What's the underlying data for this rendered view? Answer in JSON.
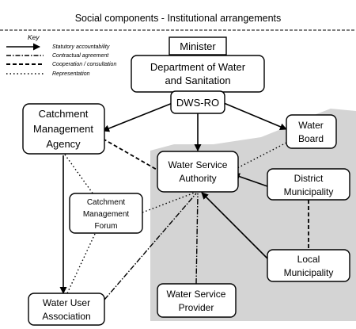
{
  "title": "Social components - Institutional arrangements",
  "key": {
    "heading": "Key",
    "items": [
      {
        "label": "Statutory accountability",
        "style": "solid-arrow"
      },
      {
        "label": "Contractual agreement",
        "style": "dash-dot"
      },
      {
        "label": "Cooperation / consultation",
        "style": "dashed"
      },
      {
        "label": "Representation",
        "style": "dotted"
      }
    ]
  },
  "nodes": {
    "minister": "Minister",
    "dws": [
      "Department of Water",
      "and Sanitation"
    ],
    "dws_ro": "DWS-RO",
    "cma": [
      "Catchment",
      "Management",
      "Agency"
    ],
    "water_board": [
      "Water",
      "Board"
    ],
    "wsa": [
      "Water Service",
      "Authority"
    ],
    "district": [
      "District",
      "Municipality"
    ],
    "cmf": [
      "Catchment",
      "Management",
      "Forum"
    ],
    "local": [
      "Local",
      "Municipality"
    ],
    "wsp": [
      "Water Service",
      "Provider"
    ],
    "wua": [
      "Water User",
      "Association"
    ]
  },
  "colors": {
    "shaded_region": "#d4d4d4",
    "line": "#000000"
  }
}
